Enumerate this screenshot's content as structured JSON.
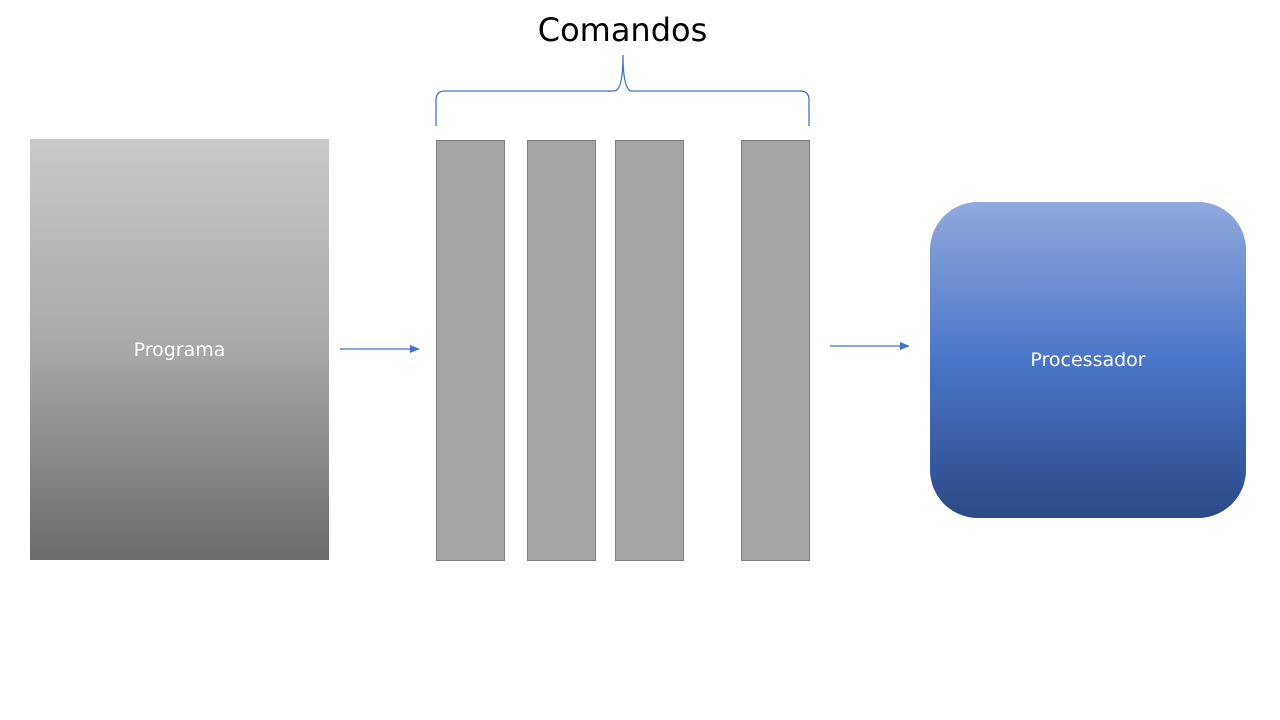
{
  "diagram": {
    "title": "Comandos",
    "program_label": "Programa",
    "processor_label": "Processador",
    "command_count": 4,
    "colors": {
      "arrow": "#4472c4",
      "brace": "#4472c4",
      "command_fill": "#a5a5a5",
      "processor_top": "#8fa9dd",
      "processor_bottom": "#2b4a86"
    }
  }
}
